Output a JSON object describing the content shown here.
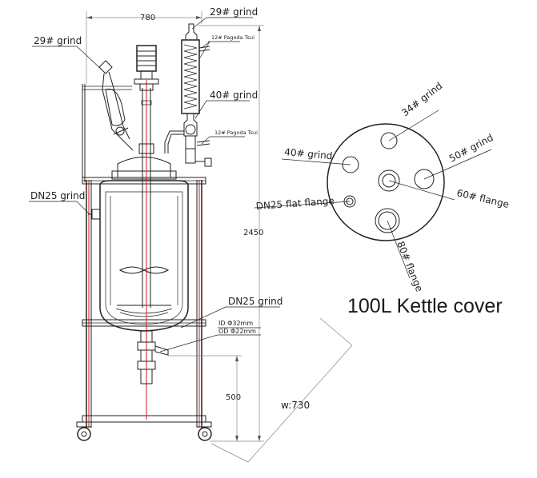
{
  "reactor": {
    "dim_width": "780",
    "dim_height": "2450",
    "dim_base_height": "500",
    "dim_depth": "w:730",
    "label_top_grind": "29# grind",
    "label_side_grind": "29# grind",
    "label_pagoda_top": "12# Pagoda Tsui",
    "label_grind_40": "40# grind",
    "label_pagoda_mid": "12# Pagoda Tsui",
    "label_dn25_left": "DN25 grind",
    "label_dn25_bottom": "DN25 grind",
    "label_id": "ID Φ32mm",
    "label_od": "OD Φ22mm"
  },
  "cover": {
    "title": "100L Kettle cover",
    "ports": {
      "p34": "34# grind",
      "p40": "40# grind",
      "p50": "50# grind",
      "p60": "60# flange",
      "pdn25": "DN25 flat flange",
      "p80": "80# flange"
    }
  }
}
